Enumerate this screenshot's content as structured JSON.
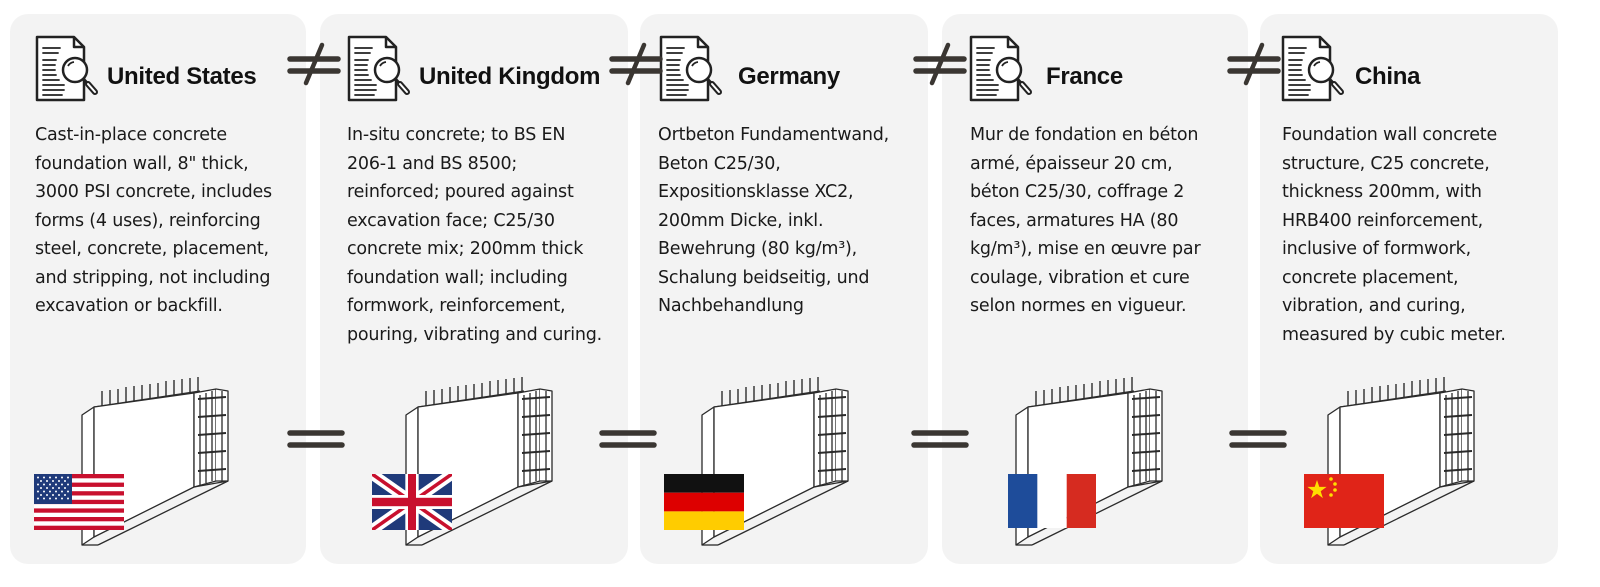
{
  "colors": {
    "card_bg": "#f3f3f3",
    "symbol": "#3a3632",
    "text": "#111111"
  },
  "symbols": {
    "not_equal": "≠",
    "equal": "="
  },
  "cards": [
    {
      "country": "United States",
      "icon": "document-search-icon",
      "flag": "us-flag",
      "lines": [
        "Cast-in-place concrete",
        "foundation wall, 8\" thick,",
        "3000 PSI concrete, includes",
        "forms (4 uses), reinforcing",
        "steel, concrete, placement,",
        "and stripping, not including",
        "excavation or backfill."
      ]
    },
    {
      "country": "United Kingdom",
      "icon": "document-search-icon",
      "flag": "uk-flag",
      "lines": [
        "In-situ concrete; to BS EN",
        "206-1 and BS 8500;",
        "reinforced; poured against",
        "excavation face; C25/30",
        "concrete mix; 200mm thick",
        "foundation wall; including",
        "formwork, reinforcement,",
        "pouring, vibrating and curing."
      ]
    },
    {
      "country": "Germany",
      "icon": "document-search-icon",
      "flag": "germany-flag",
      "lines": [
        "Ortbeton Fundamentwand,",
        "Beton C25/30,",
        "Expositionsklasse XC2,",
        "200mm Dicke, inkl.",
        "Bewehrung (80 kg/m³),",
        "Schalung beidseitig, und",
        "Nachbehandlung"
      ]
    },
    {
      "country": "France",
      "icon": "document-search-icon",
      "flag": "france-flag",
      "lines": [
        "Mur de fondation en béton",
        "armé, épaisseur 20 cm,",
        "béton C25/30, coffrage 2",
        "faces, armatures HA (80",
        "kg/m³), mise en œuvre par",
        "coulage, vibration et cure",
        "selon normes en vigueur."
      ]
    },
    {
      "country": "China",
      "icon": "document-search-icon",
      "flag": "china-flag",
      "lines": [
        "Foundation wall concrete",
        "structure, C25 concrete,",
        "thickness 200mm, with",
        "HRB400 reinforcement,",
        "inclusive of formwork,",
        "concrete placement,",
        "vibration, and curing,",
        "measured by cubic meter."
      ]
    }
  ]
}
